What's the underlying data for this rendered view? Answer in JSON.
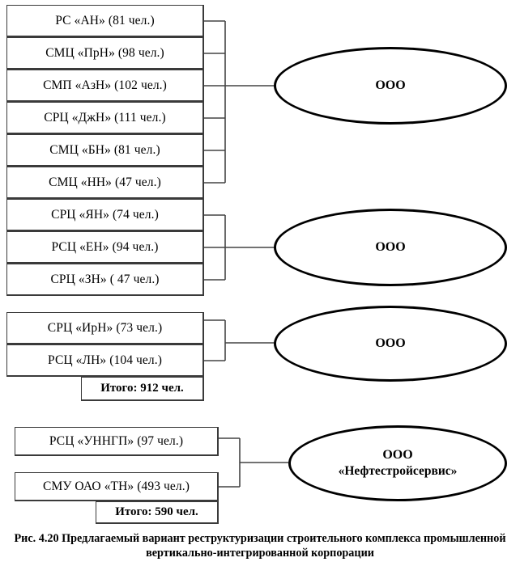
{
  "figure": {
    "caption_label": "Рис. 4.20",
    "caption_text": "Предлагаемый вариант реструктуризации строительного комплекса промышленной вертикально-интегрированной корпорации"
  },
  "colors": {
    "box_border": "#3a3a3a",
    "ellipse_border": "#000000",
    "connector": "#444444",
    "background": "#ffffff",
    "text": "#000000"
  },
  "diagram": {
    "type": "organizational-restructuring",
    "groups": [
      {
        "id": "group-1",
        "parent_label_line1": "ООО",
        "parent_label_line2": "",
        "units": [
          {
            "label": "РС «АН» (81 чел.)",
            "name": "РС «АН»",
            "headcount": 81
          },
          {
            "label": "СМЦ «ПрН» (98 чел.)",
            "name": "СМЦ «ПрН»",
            "headcount": 98
          },
          {
            "label": "СМП «АзН» (102 чел.)",
            "name": "СМП «АзН»",
            "headcount": 102
          },
          {
            "label": "СРЦ «ДжН» (111 чел.)",
            "name": "СРЦ «ДжН»",
            "headcount": 111
          },
          {
            "label": "СМЦ «БН» (81 чел.)",
            "name": "СМЦ «БН»",
            "headcount": 81
          },
          {
            "label": "СМЦ «НН» (47 чел.)",
            "name": "СМЦ «НН»",
            "headcount": 47
          }
        ],
        "total": null
      },
      {
        "id": "group-2",
        "parent_label_line1": "ООО",
        "parent_label_line2": "",
        "units": [
          {
            "label": "СРЦ «ЯН» (74 чел.)",
            "name": "СРЦ «ЯН»",
            "headcount": 74
          },
          {
            "label": "РСЦ «ЕН» (94 чел.)",
            "name": "РСЦ «ЕН»",
            "headcount": 94
          },
          {
            "label": "СРЦ «ЗН» ( 47 чел.)",
            "name": "СРЦ «ЗН»",
            "headcount": 47
          }
        ],
        "total": null
      },
      {
        "id": "group-3",
        "parent_label_line1": "ООО",
        "parent_label_line2": "",
        "units": [
          {
            "label": "СРЦ «ИрН» (73 чел.)",
            "name": "СРЦ «ИрН»",
            "headcount": 73
          },
          {
            "label": "РСЦ «ЛН» (104 чел.)",
            "name": "РСЦ «ЛН»",
            "headcount": 104
          }
        ],
        "total": "Итого: 912 чел."
      },
      {
        "id": "group-4",
        "parent_label_line1": "ООО",
        "parent_label_line2": "«Нефтестройсервис»",
        "units": [
          {
            "label": "РСЦ «УННГП» (97 чел.)",
            "name": "РСЦ «УННГП»",
            "headcount": 97
          },
          {
            "label": "СМУ ОАО «ТН» (493 чел.)",
            "name": "СМУ ОАО «ТН»",
            "headcount": 493
          }
        ],
        "total": "Итого: 590 чел."
      }
    ]
  }
}
